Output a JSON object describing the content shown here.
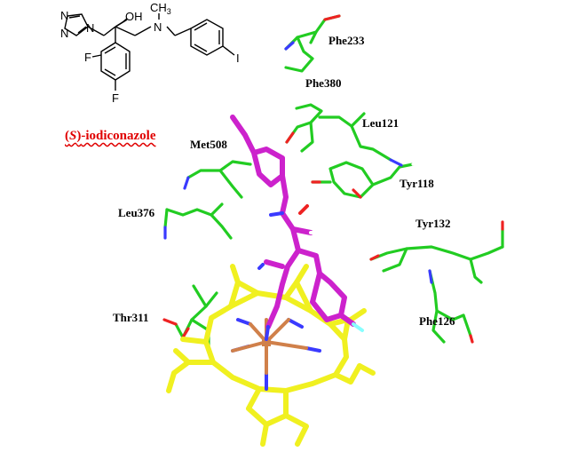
{
  "structure": {
    "oh": "OH",
    "n_methyl": "N",
    "ch3": "CH",
    "ch3_sub": "3",
    "f1": "F",
    "f2": "F",
    "iodo": "I",
    "triazole_n1": "N",
    "triazole_n2": "N",
    "triazole_n3": "N"
  },
  "compound": {
    "stereo_open": "(",
    "stereo": "S",
    "stereo_close": ")",
    "name": "-iodiconazole"
  },
  "residues": [
    "Phe233",
    "Phe380",
    "Leu121",
    "Met508",
    "Tyr118",
    "Leu376",
    "Tyr132",
    "Thr311",
    "Phe126"
  ],
  "colors": {
    "carbon_green": "#22cc22",
    "ligand_magenta": "#cc22cc",
    "heme_yellow": "#f0f020",
    "nitrogen_blue": "#3a3aff",
    "oxygen_red": "#ee2222",
    "iron_orange": "#d0804a",
    "fluorine_cyan": "#88ffff",
    "label_red": "#e00000"
  }
}
